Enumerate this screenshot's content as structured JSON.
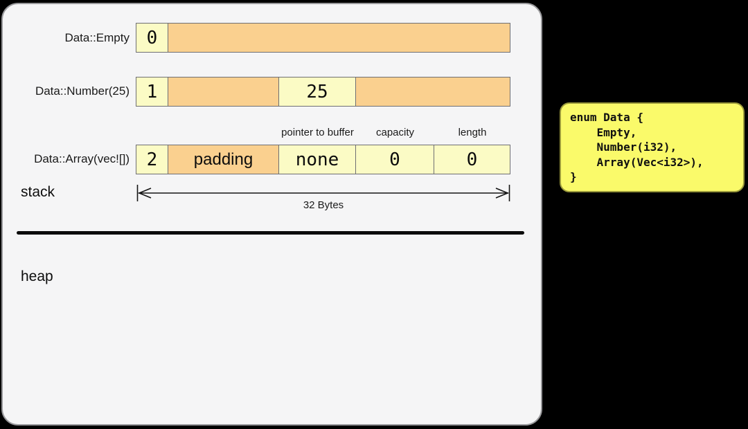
{
  "colors": {
    "background": "#000000",
    "panel_bg": "#f5f5f6",
    "panel_border": "#98989b",
    "cell_yellow": "#fbfbc5",
    "cell_orange": "#fad08f",
    "cell_border": "#6e6e73",
    "code_bg": "#fafa6a",
    "code_border": "#9b9a3c"
  },
  "rows": [
    {
      "label": "Data::Empty",
      "cells": [
        {
          "name": "tag",
          "value": "0"
        },
        {
          "name": "unused",
          "value": ""
        }
      ]
    },
    {
      "label": "Data::Number(25)",
      "cells": [
        {
          "name": "tag",
          "value": "1"
        },
        {
          "name": "padding",
          "value": ""
        },
        {
          "name": "number-value",
          "value": "25"
        },
        {
          "name": "unused",
          "value": ""
        }
      ]
    },
    {
      "label": "Data::Array(vec![])",
      "cells": [
        {
          "name": "tag",
          "value": "2"
        },
        {
          "name": "padding",
          "value": "padding"
        },
        {
          "name": "pointer",
          "value": "none"
        },
        {
          "name": "capacity",
          "value": "0"
        },
        {
          "name": "length",
          "value": "0"
        }
      ]
    }
  ],
  "field_headers": [
    "pointer to buffer",
    "capacity",
    "length"
  ],
  "stack_label": "stack",
  "heap_label": "heap",
  "dimension_caption": "32 Bytes",
  "code_box": {
    "lines": [
      "enum Data {",
      "    Empty,",
      "    Number(i32),",
      "    Array(Vec<i32>),",
      "}"
    ]
  }
}
